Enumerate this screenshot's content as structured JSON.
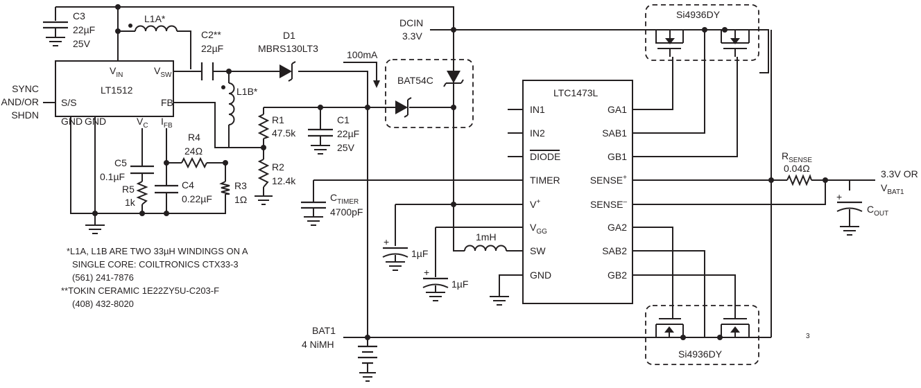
{
  "chips": {
    "lt1512": {
      "name": "LT1512",
      "pins": {
        "vin": "V",
        "vin_sub": "IN",
        "vsw": "V",
        "vsw_sub": "SW",
        "ss": "S/S",
        "fb": "FB",
        "gnd1": "GND",
        "gnd2": "GND",
        "vc": "V",
        "vc_sub": "C",
        "ifb": "I",
        "ifb_sub": "FB"
      }
    },
    "ltc1473l": {
      "name": "LTC1473L",
      "left_pins": [
        "IN1",
        "IN2",
        "DIODE",
        "TIMER",
        "V",
        "V",
        "SW",
        "GND"
      ],
      "vplus_sup": "+",
      "vgg_sub": "GG",
      "right_pins": [
        "GA1",
        "SAB1",
        "GB1",
        "SENSE",
        "SENSE",
        "GA2",
        "SAB2",
        "GB2"
      ],
      "sense_plus_sup": "+",
      "sense_minus_sup": "–"
    }
  },
  "inputs": {
    "sync": [
      "SYNC",
      "AND/OR",
      "SHDN"
    ],
    "dcin": [
      "DCIN",
      "3.3V"
    ],
    "bat1": [
      "BAT1",
      "4 NiMH"
    ],
    "output": {
      "line1": "3.3V OR",
      "line2_main": "V",
      "line2_sub": "BAT1"
    }
  },
  "components": {
    "c3": [
      "C3",
      "22µF",
      "25V"
    ],
    "l1a": "L1A*",
    "c2": [
      "C2**",
      "22µF"
    ],
    "d1": [
      "D1",
      "MBRS130LT3"
    ],
    "current": "100mA",
    "bat54c": "BAT54C",
    "l1b": "L1B*",
    "r1": [
      "R1",
      "47.5k"
    ],
    "c1": [
      "C1",
      "22µF",
      "25V"
    ],
    "r4": [
      "R4",
      "24Ω"
    ],
    "c5": [
      "C5",
      "0.1µF"
    ],
    "r5": [
      "R5",
      "1k"
    ],
    "c4": [
      "C4",
      "0.22µF"
    ],
    "r3": [
      "R3",
      "1Ω"
    ],
    "r2": [
      "R2",
      "12.4k"
    ],
    "ctimer": {
      "main": "C",
      "sub": "TIMER",
      "value": "4700pF"
    },
    "c_vplus": "1µF",
    "c_vgg": "1µF",
    "inductor_sw": "1mH",
    "rsense": {
      "main": "R",
      "sub": "SENSE",
      "value": "0.04Ω"
    },
    "cout": {
      "main": "C",
      "sub": "OUT"
    },
    "mosfet_top": "Si4936DY",
    "mosfet_bottom": "Si4936DY"
  },
  "notes": [
    "*L1A, L1B ARE TWO 33µH WINDINGS ON A",
    "SINGLE CORE: COILTRONICS CTX33-3",
    "(561) 241-7876",
    "**TOKIN CERAMIC 1E22ZY5U-C203-F",
    "(408) 432-8020"
  ],
  "page_number": "3"
}
